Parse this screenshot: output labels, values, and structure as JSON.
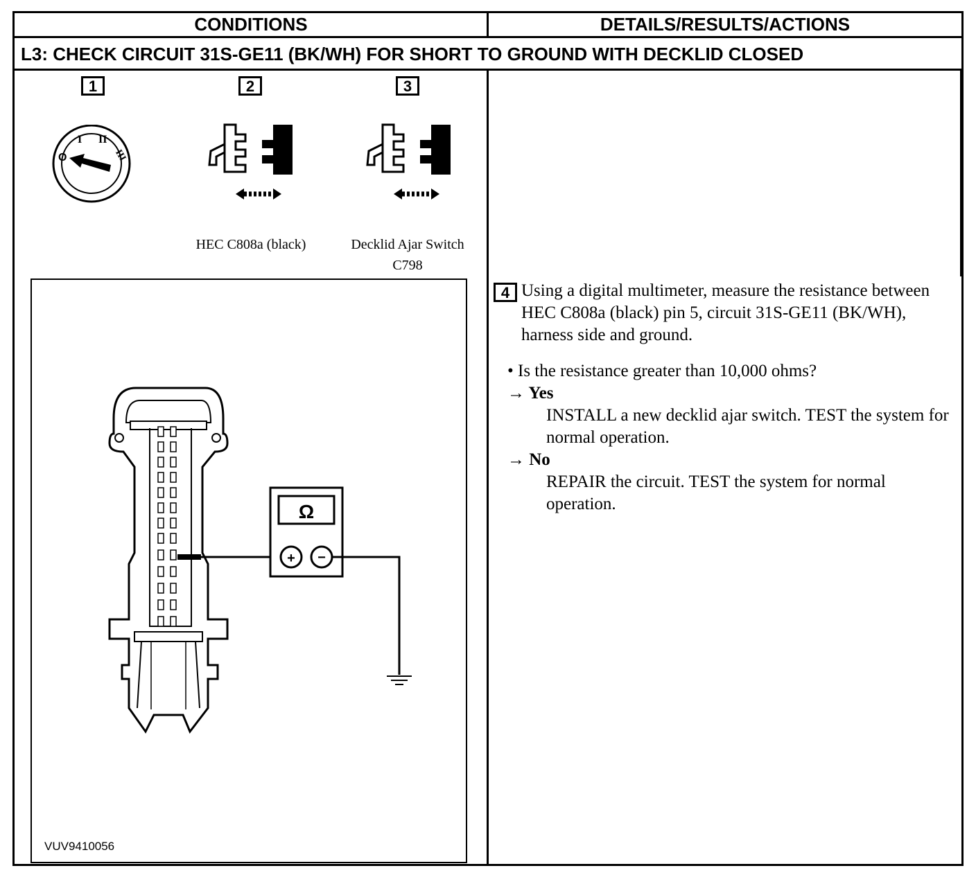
{
  "header": {
    "conditions": "CONDITIONS",
    "details": "DETAILS/RESULTS/ACTIONS"
  },
  "step_title": "L3: CHECK CIRCUIT 31S-GE11 (BK/WH) FOR SHORT TO GROUND WITH DECKLID CLOSED",
  "conditions": {
    "step1": {
      "num": "1",
      "icon": "ignition-key-off-icon"
    },
    "step2": {
      "num": "2",
      "icon": "disconnect-connector-icon",
      "caption": "HEC C808a (black)"
    },
    "step3": {
      "num": "3",
      "icon": "disconnect-connector-icon",
      "caption_line1": "Decklid Ajar Switch",
      "caption_line2": "C798"
    }
  },
  "diagram": {
    "meter_symbol": "Ω",
    "plus": "+",
    "minus": "−",
    "figure_id": "VUV9410056"
  },
  "details": {
    "step_num": "4",
    "instruction": "Using a digital multimeter, measure the resistance between HEC C808a (black) pin 5, circuit 31S-GE11 (BK/WH), harness side and ground.",
    "question": "• Is the resistance greater than 10,000 ohms?",
    "yes_label": "→ Yes",
    "yes_action": "INSTALL a new decklid ajar switch. TEST the system for normal operation.",
    "no_label": "→ No",
    "no_action": "REPAIR the circuit. TEST the system for normal operation."
  }
}
